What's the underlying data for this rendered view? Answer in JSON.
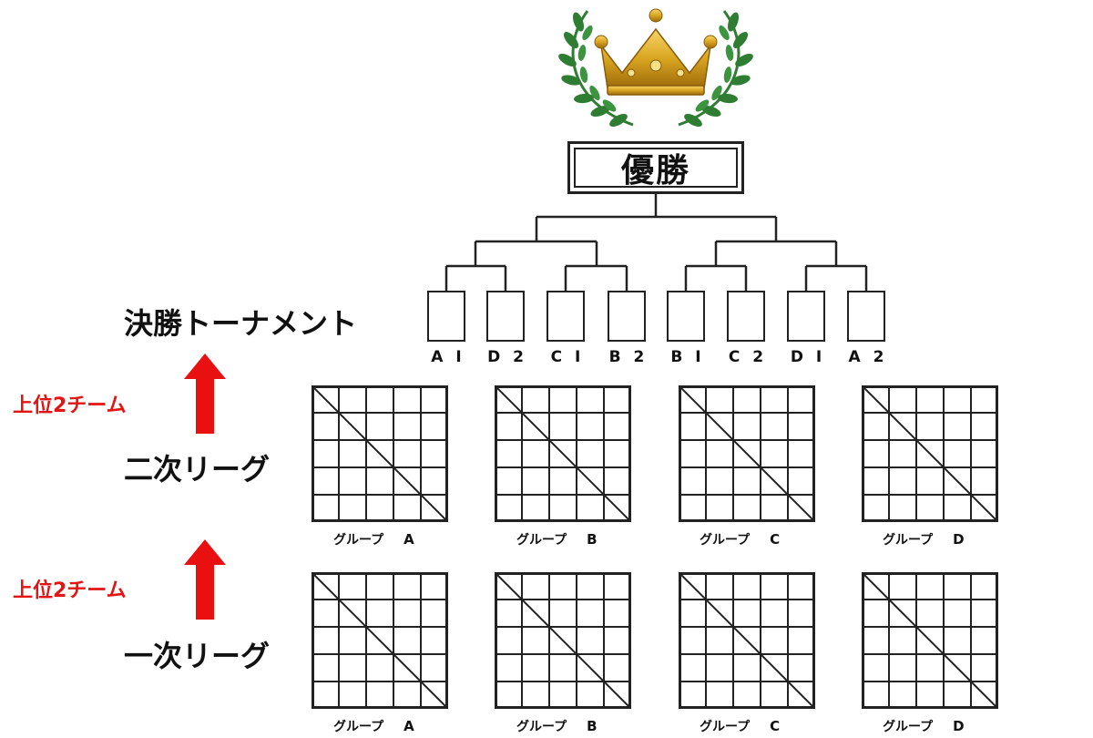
{
  "header": {
    "champion_label": "優勝",
    "crown_icon": "crown-with-laurel-icon",
    "colors": {
      "crown_gold": "#d9a520",
      "laurel_green": "#2f7d32"
    }
  },
  "stages": {
    "tournament_title": "決勝トーナメント",
    "second_league_title": "二次リーグ",
    "first_league_title": "一次リーグ",
    "advance_note_upper": "上位2チーム",
    "advance_note_lower": "上位2チーム",
    "arrow_color": "#e81010"
  },
  "bracket": {
    "slots": [
      "A I",
      "D 2",
      "C I",
      "B 2",
      "B I",
      "C 2",
      "D I",
      "A 2"
    ]
  },
  "second_league": {
    "groups": [
      {
        "prefix": "グループ",
        "letter": "A"
      },
      {
        "prefix": "グループ",
        "letter": "B"
      },
      {
        "prefix": "グループ",
        "letter": "C"
      },
      {
        "prefix": "グループ",
        "letter": "D"
      }
    ]
  },
  "first_league": {
    "groups": [
      {
        "prefix": "グループ",
        "letter": "A"
      },
      {
        "prefix": "グループ",
        "letter": "B"
      },
      {
        "prefix": "グループ",
        "letter": "C"
      },
      {
        "prefix": "グループ",
        "letter": "D"
      }
    ]
  }
}
